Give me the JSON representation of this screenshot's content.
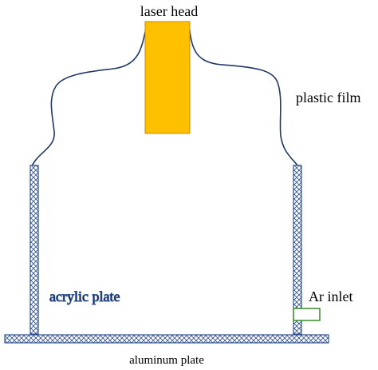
{
  "labels": {
    "laser_head": "laser head",
    "plastic_film": "plastic film",
    "acrylic_plate": "acrylic plate",
    "ar_inlet": "Ar inlet",
    "aluminum_plate": "aluminum plate"
  },
  "colors": {
    "laser_head_fill": "#FFC000",
    "laser_head_stroke": "#C98A00",
    "film": "#1F3864",
    "plate_stroke": "#2E4F8A",
    "plate_hatch": "#2E4F8A",
    "inlet": "#3A8C2A",
    "background": "#FFFFFF"
  }
}
